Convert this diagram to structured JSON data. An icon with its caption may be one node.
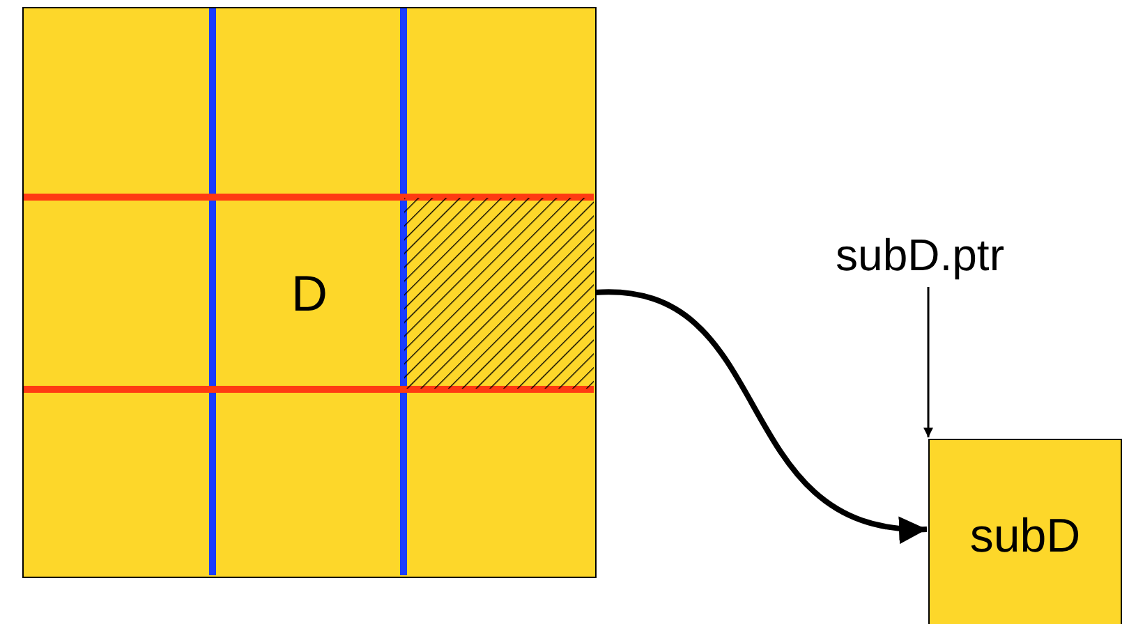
{
  "diagram": {
    "nodes": [
      {
        "text": [
          "D"
        ]
      },
      {
        "text": [],
        "shape": "box",
        "in": 0
      },
      {
        "text": [
          "subD"
        ]
      },
      {
        "text": [
          "subD.ptr"
        ]
      }
    ],
    "edges": [
      {
        "from": 1,
        "to": 2,
        "arrow": "to",
        "style": "thick"
      },
      {
        "from": 3,
        "to": 2,
        "arrow": "to"
      }
    ]
  }
}
